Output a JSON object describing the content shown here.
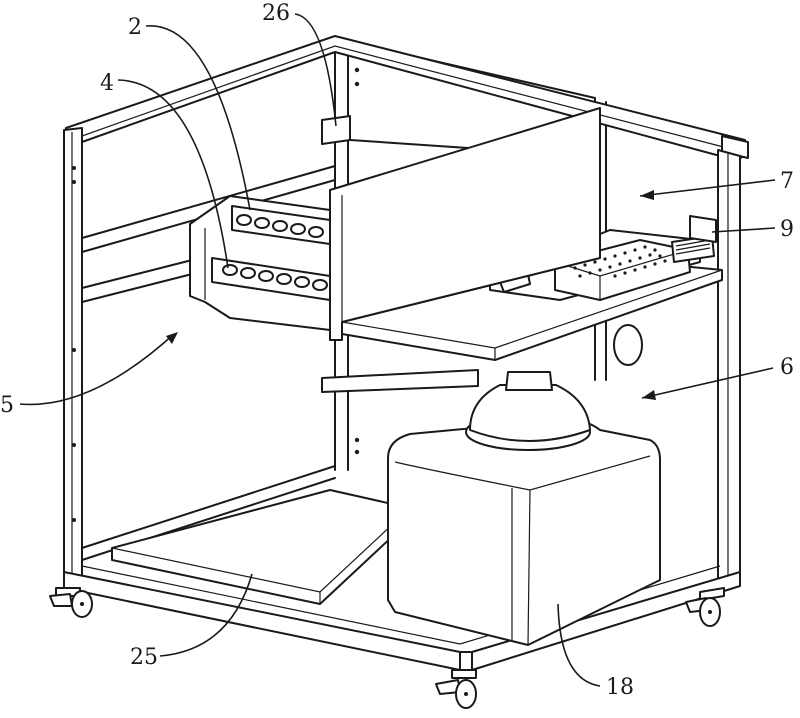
{
  "figure": {
    "type": "patent-line-drawing",
    "subject": "cabinet frame with casters, internal panels, circuit board tray and container",
    "line_color": "#1a1a1a",
    "background": "#ffffff"
  },
  "labels": [
    {
      "id": "label-2",
      "text": "2",
      "target": "upper-manifold-panel"
    },
    {
      "id": "label-4",
      "text": "4",
      "target": "nozzle-rows"
    },
    {
      "id": "label-26",
      "text": "26",
      "target": "vertical-partition-plate"
    },
    {
      "id": "label-7",
      "text": "7",
      "target": "upper-right-compartment"
    },
    {
      "id": "label-9",
      "text": "9",
      "target": "circuit-board-assembly"
    },
    {
      "id": "label-5",
      "text": "5",
      "target": "left-compartment"
    },
    {
      "id": "label-6",
      "text": "6",
      "target": "lower-right-compartment"
    },
    {
      "id": "label-25",
      "text": "25",
      "target": "bottom-tray"
    },
    {
      "id": "label-18",
      "text": "18",
      "target": "container-tank"
    }
  ]
}
